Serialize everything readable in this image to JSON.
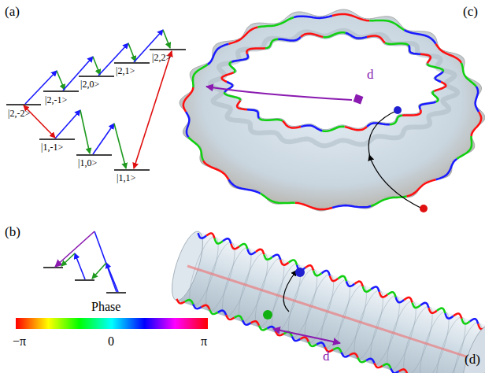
{
  "diagram": {
    "labels": [
      "(a)",
      "(b)",
      "(c)",
      "(d)",
      "|2,-2>",
      "|2,-1>",
      "|2,0>",
      "|2,1>",
      "|2,2>",
      "|1,-1>",
      "|1,0>",
      "|1,1>",
      "d",
      "d",
      "Phase",
      "−π",
      "0",
      "π"
    ]
  }
}
